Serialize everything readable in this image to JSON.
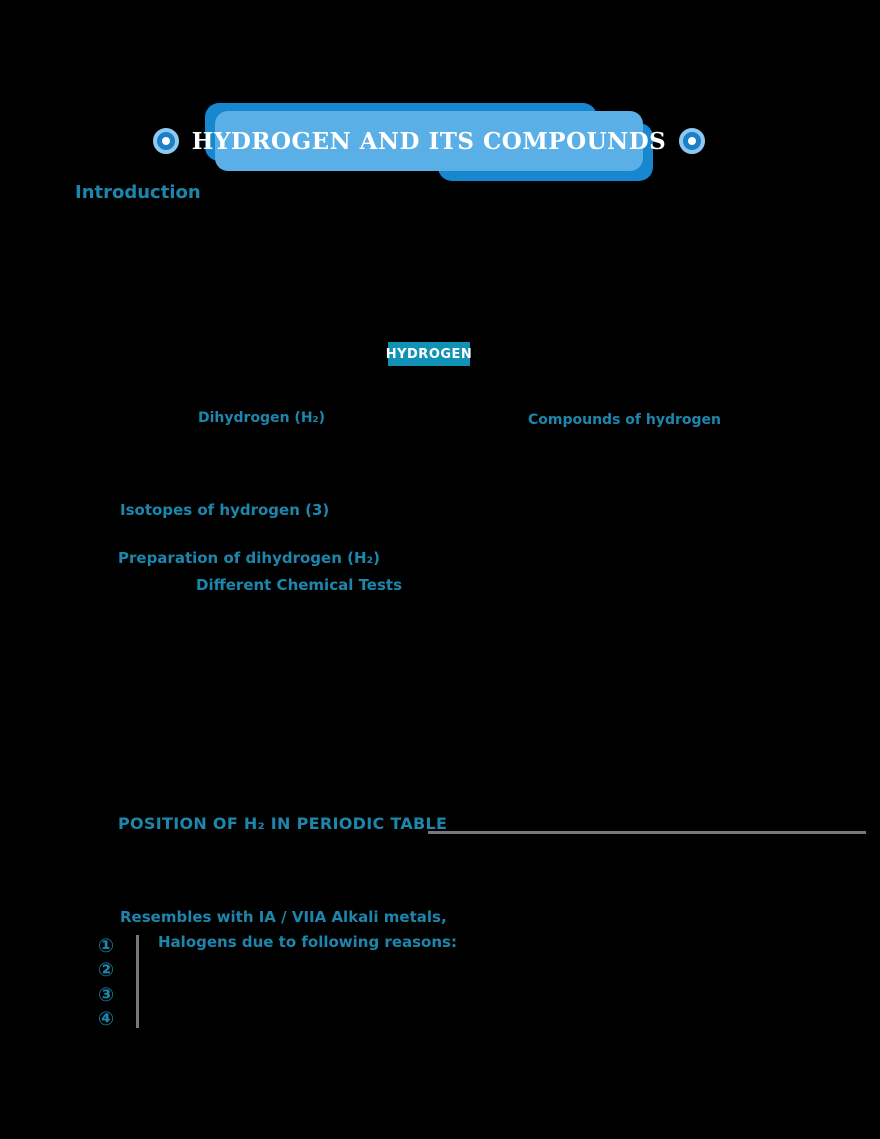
{
  "banner": {
    "title": "HYDROGEN AND ITS COMPOUNDS"
  },
  "sections": {
    "intro_heading": "Introduction",
    "chart": {
      "root": "HYDROGEN",
      "branch_left": "Dihydrogen (H₂)",
      "branch_right": "Compounds of hydrogen"
    },
    "outline": [
      "Isotopes of hydrogen (3)",
      "Preparation of dihydrogen (H₂)",
      "Different Chemical Tests"
    ],
    "position_heading": "POSITION OF H₂ IN PERIODIC TABLE",
    "resemblance": {
      "line1": "Resembles with IA / VIIA Alkali metals,",
      "line2": "Halogens due to following reasons:"
    },
    "list_markers": [
      "①",
      "②",
      "③",
      "④"
    ]
  },
  "colors": {
    "background": "#000000",
    "banner_fill": "#5AB0E6",
    "banner_shadow": "#1787D0",
    "banner_dot": "#1B80C6",
    "accent_teal": "#1C86AC",
    "highlight_box": "#1191B4",
    "rule_gray": "#77787C",
    "title_text": "#FFFFFF"
  }
}
